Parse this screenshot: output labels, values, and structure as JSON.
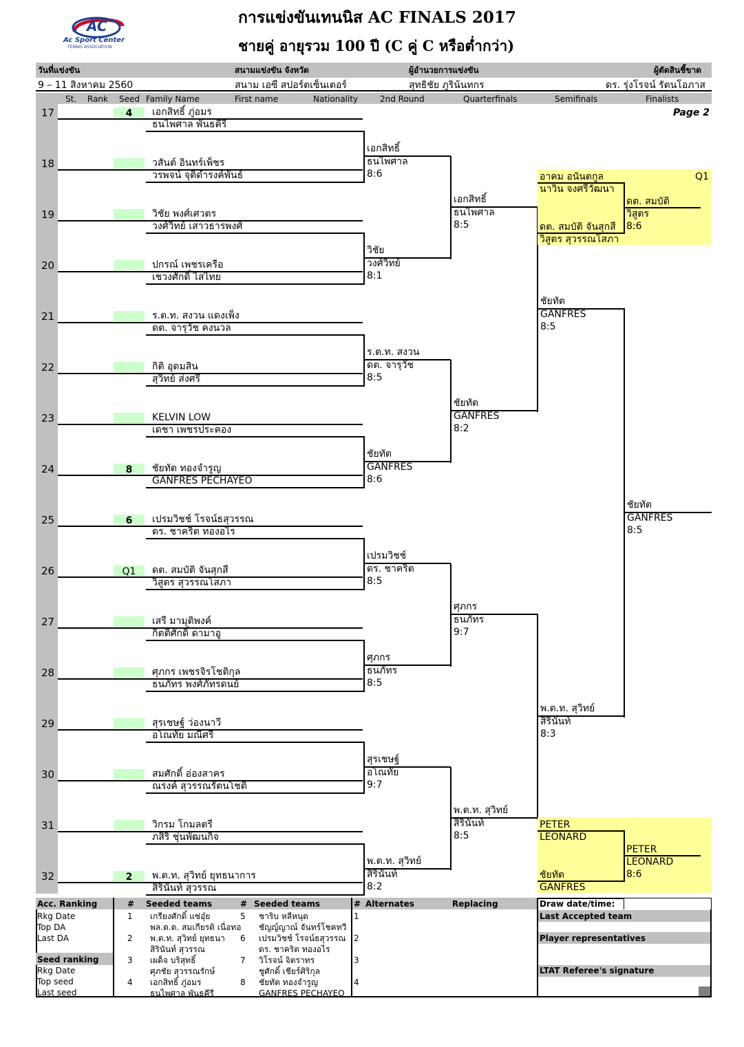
{
  "logo": {
    "brand": "AC",
    "name": "Ac Sport Center",
    "sub": "TENNIS ASSOCIATION"
  },
  "title": "การแข่งขันเทนนิส  AC  FINALS  2017",
  "subtitle": "ชายคู่ อายุรวม  100  ปี  (C คู่ C หรือต่ำกว่า)",
  "info": {
    "date_label": "วันที่แข่งขัน",
    "date_value": "9 – 11  สิงหาคม 2560",
    "venue_label": "สนามแข่งขัน จังหวัด",
    "venue_value": "สนาม เอซี สปอร์ตเซ็นเตอร์",
    "director_label": "ผู้อำนวยการแข่งขัน",
    "director_value": "สุทธิชัย   ภูริน้นทกร",
    "referee_label": "ผู้ตัดสินชี้ขาด",
    "referee_value": "ดร. รุ่งโรจน์   รัตนโอภาส"
  },
  "columns": {
    "st": "St.",
    "rank": "Rank",
    "seed": "Seed",
    "family": "Family Name",
    "first": "First name",
    "nat": "Nationality",
    "r2": "2nd Round",
    "qf": "Quarterfinals",
    "sf": "Semifinals",
    "final": "Finalists"
  },
  "page_label": "Page 2",
  "draw": [
    {
      "num": "17",
      "seed": "4",
      "p1": "เอกสิทธิ์  ภู่อมร",
      "p2": "ธนไพศาล  พันธคีรี"
    },
    {
      "num": "18",
      "seed": "",
      "p1": "วสันต์  อินทร์เพ็ชร",
      "p2": "วรพจน์  จุติดำรงค์พันธ์"
    },
    {
      "num": "19",
      "seed": "",
      "p1": "วิชัย  พงศ์เศวตร",
      "p2": "วงศ์วิทย์  เสาวธารพงศ์"
    },
    {
      "num": "20",
      "seed": "",
      "p1": "ปกรณ์  เพชรเครือ",
      "p2": "เชวงศักดิ์  ไสไทย"
    },
    {
      "num": "21",
      "seed": "",
      "p1": "ร.ต.ท. สงวน  แดงเพ็ง",
      "p2": "ดต. จารุวัช  คงนวล"
    },
    {
      "num": "22",
      "seed": "",
      "p1": "กิติ  อุดมสิน",
      "p2": "สุวิทย์  ส่งศรี"
    },
    {
      "num": "23",
      "seed": "",
      "p1": "KELVIN  LOW",
      "p2": "เดชา  เพชรประคอง"
    },
    {
      "num": "24",
      "seed": "8",
      "p1": "ชัยทัต  ทองจำรูญ",
      "p2": "GANFRES  PECHAYEO"
    },
    {
      "num": "25",
      "seed": "6",
      "p1": "เปรมวิชช์  โรจน์ธสุวรรณ",
      "p2": "ดร. ชาคริต  ทองอไร"
    },
    {
      "num": "26",
      "seed": "Q1",
      "p1": "ดต. สมบัติ  จันสุกสี",
      "p2": "วิสูตร  สุวรรณโสภา"
    },
    {
      "num": "27",
      "seed": "",
      "p1": "เสรี  มามุติพงค์",
      "p2": "กิตติศักดิ์   ดามาอู"
    },
    {
      "num": "28",
      "seed": "",
      "p1": "ศุภกร  เพชรจิรโชติกุล",
      "p2": "ธนภัทร  พงศ์ภัทรดนย์"
    },
    {
      "num": "29",
      "seed": "",
      "p1": "สุรเชษฐ์   ว่องนาวี",
      "p2": "อโณทัย  มณีศรี"
    },
    {
      "num": "30",
      "seed": "",
      "p1": "สมศักดิ์   อ่องสาคร",
      "p2": "ณรงค์  สุวรรณรัตนโชติ"
    },
    {
      "num": "31",
      "seed": "",
      "p1": "วิกรม  โกมลตรี",
      "p2": "ภสิริ  ชุ่นพัฒนกิจ"
    },
    {
      "num": "32",
      "seed": "2",
      "p1": "พ.ต.ท. สุวิทย์   ยุทธนาการ",
      "p2": "สิรินันท์  สุวรรณ"
    }
  ],
  "round2": [
    {
      "a": "เอกสิทธิ์",
      "b": "ธนไพศาล",
      "score": "8:6"
    },
    {
      "a": "วิชัย",
      "b": "วงศ์วิทย์",
      "score": "8:1"
    },
    {
      "a": "ร.ต.ท. สงวน",
      "b": "ดต. จารุวัช",
      "score": "8:5"
    },
    {
      "a": "ชัยทัต",
      "b": "GANFRES",
      "score": "8:6"
    },
    {
      "a": "เปรมวิชช์",
      "b": "ดร. ชาคริต",
      "score": "8:5"
    },
    {
      "a": "ศุภกร",
      "b": "ธนภัทร",
      "score": "8:5"
    },
    {
      "a": "สุรเชษฐ์",
      "b": "อโณทัย",
      "score": "9:7"
    },
    {
      "a": "พ.ต.ท. สุวิทย์",
      "b": "สิรินันท์",
      "score": "8:2"
    }
  ],
  "quarter": [
    {
      "a": "เอกสิทธิ์",
      "b": "ธนไพศาล",
      "score": "8:5"
    },
    {
      "a": "ชัยทัต",
      "b": "GANFRES",
      "score": "8:2"
    },
    {
      "a": "ศุภกร",
      "b": "ธนภัทร",
      "score": "9:7"
    },
    {
      "a": "พ.ต.ท. สุวิทย์",
      "b": "สิรินันท์",
      "score": "8:5"
    }
  ],
  "semi": [
    {
      "a": "ชัยทัต",
      "b": "GANFRES",
      "score": "8:5"
    },
    {
      "a": "พ.ต.ท. สุวิทย์",
      "b": "สิรินันท์",
      "score": "8:3"
    }
  ],
  "final": {
    "a": "ชัยทัต",
    "b": "GANFRES",
    "score": "8:5"
  },
  "qual_box_top": {
    "tag": "Q1",
    "t1a": "อาคม  อนันตกูล",
    "t1b": "นาวิน   จงศรีวัฒนา",
    "t2a": "ดต. สมบัติ  จันสุกสี",
    "t2b": "วิสูตร  สุวรรณโสภา",
    "wa": "ดต. สมบัติ",
    "wb": "วิสูตร",
    "score": "8:6"
  },
  "qual_box_bottom": {
    "t1a": "PETER",
    "t1b": "LEONARD",
    "t2a": "ชัยทัต",
    "t2b": "GANFRES",
    "wa": "PETER",
    "wb": "LEONARD",
    "score": "8:6"
  },
  "footer": {
    "acc_title": "Acc. Ranking",
    "left_labels": [
      "Rkg Date",
      "Top DA",
      "Last DA"
    ],
    "seed_title": "Seed ranking",
    "seed_labels": [
      "Rkg Date",
      "Top seed",
      "Last seed"
    ],
    "hash": "#",
    "seeded_title": "Seeded teams",
    "seeded_left": [
      {
        "n": "1",
        "a": "เกรียงศักดิ์  แซ่อุ๋ย",
        "b": "พล.ต.ต. สมเกียรติ  เนื่อทอ"
      },
      {
        "n": "2",
        "a": "พ.ต.ท. สุวิทย์  ยุทธนา",
        "b": "สิรินันท์  สุวรรณ"
      },
      {
        "n": "3",
        "a": "เผด็จ  บริสุทธิ์",
        "b": "ศุภชัย  สุวรรณรักษ์"
      },
      {
        "n": "4",
        "a": "เอกสิทธิ์  ภู่อมร",
        "b": "ธนไพศาล  พันธคีรี"
      }
    ],
    "seeded_right": [
      {
        "n": "5",
        "a": "ชาริบ  หลีหนุด",
        "b": "ชัญญ์ญาณ์  จันทร์โชคทวี"
      },
      {
        "n": "6",
        "a": "เปรมวิชช์  โรจน์ธสุวรรณ",
        "b": "ดร. ชาคริต  ทองอไร"
      },
      {
        "n": "7",
        "a": "วิโรจน์  จิตราทร",
        "b": "ชูศักดิ์  เชียร์ศิริกุล"
      },
      {
        "n": "8",
        "a": "ชัยทัต  ทองจำรูญ",
        "b": "GANFRES  PECHAYEO"
      }
    ],
    "alt_title": "Alternates",
    "replacing_title": "Replacing",
    "alt_nums": [
      "1",
      "2",
      "3",
      "4"
    ],
    "draw_date": "Draw date/time:",
    "last_accepted": "Last Accepted team",
    "player_rep": "Player representatives",
    "referee_sig": "LTAT Referee's signature"
  }
}
